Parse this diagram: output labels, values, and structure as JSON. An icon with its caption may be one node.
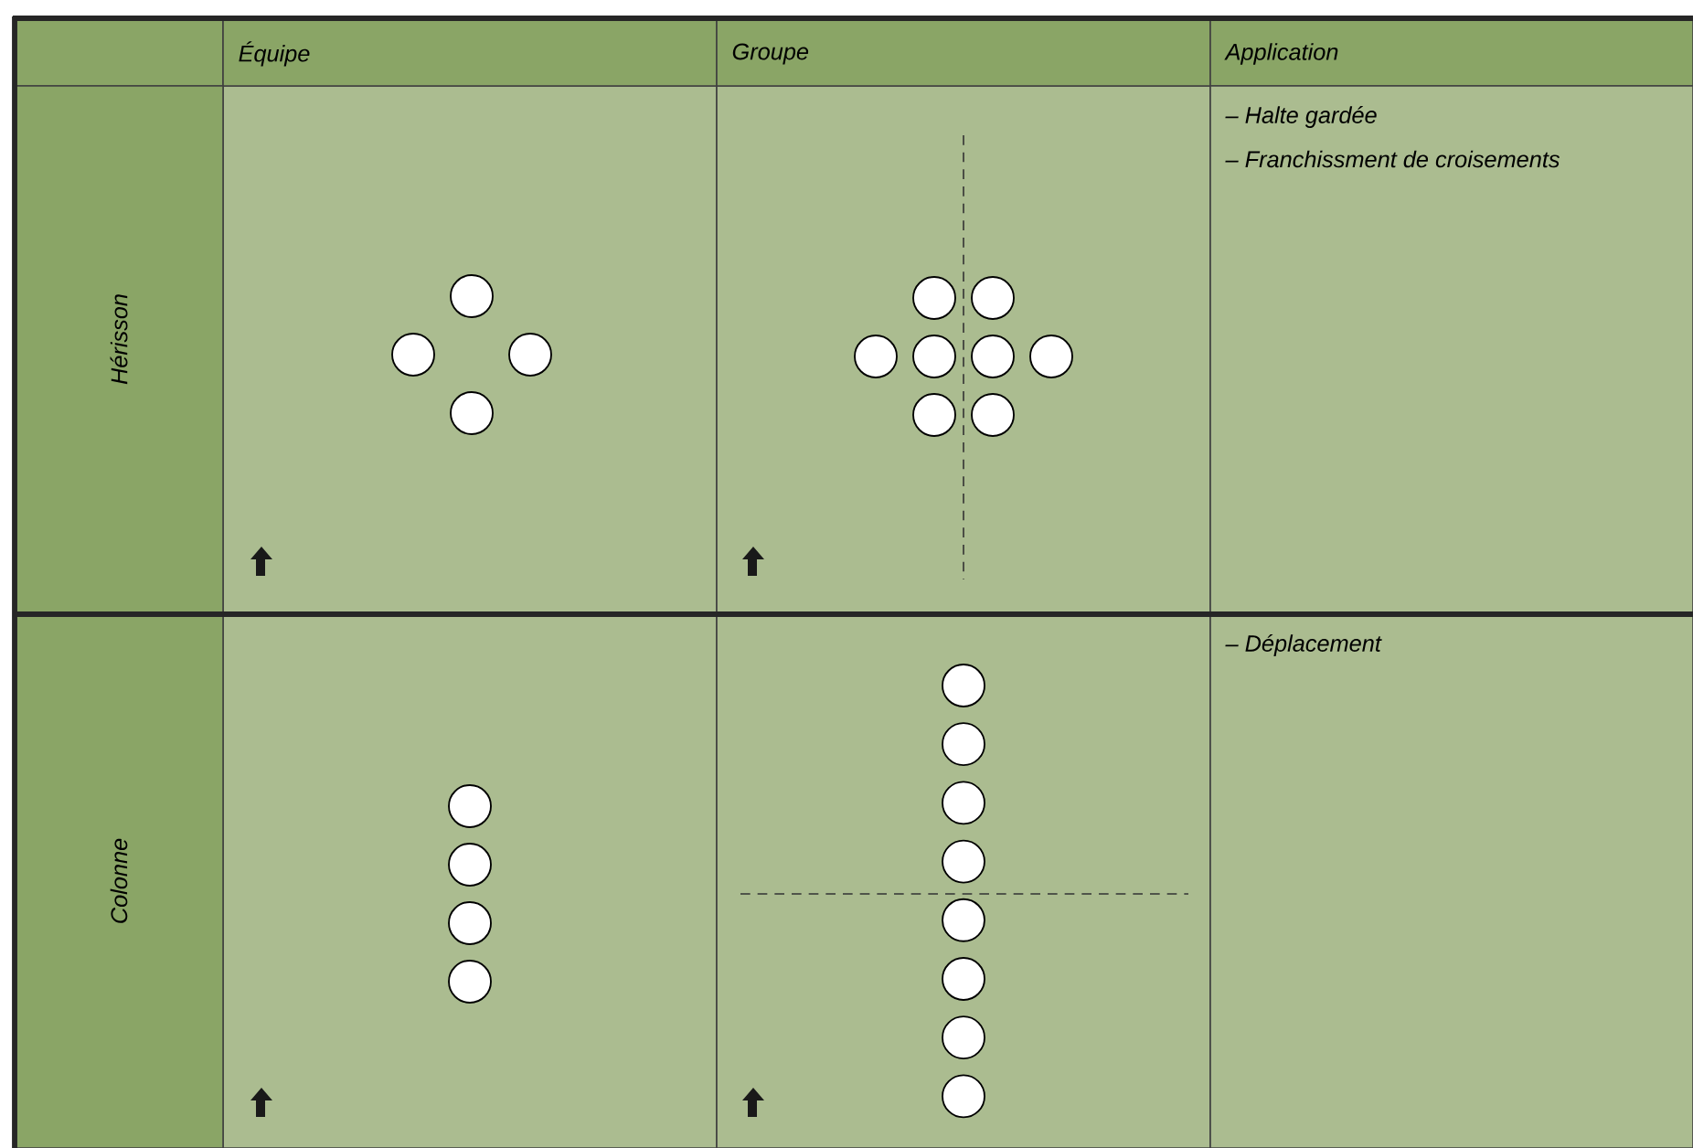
{
  "diagram": {
    "labels": [
      "Équipe",
      "Groupe",
      "Application",
      "Hérisson",
      "– Halte gardée",
      "– Franchissment de croisements",
      "Colonne",
      "– Déplacement"
    ]
  }
}
